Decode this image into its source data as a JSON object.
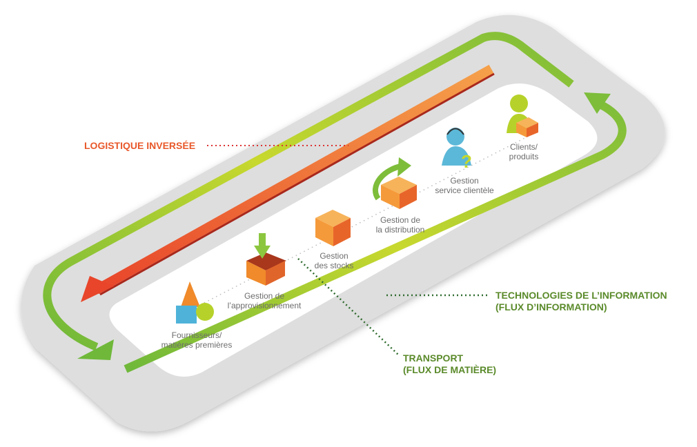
{
  "labels": {
    "reverse_logistics": "LOGISTIQUE INVERSÉE",
    "it_line1": "TECHNOLOGIES DE L’INFORMATION",
    "it_line2": "(FLUX D’INFORMATION)",
    "transport_line1": "TRANSPORT",
    "transport_line2": "(FLUX DE MATIÈRE)"
  },
  "steps": [
    {
      "line1": "Fournisseurs/",
      "line2": "matières premières",
      "icon": "raw-materials-shapes-icon"
    },
    {
      "line1": "Gestion de",
      "line2": "l’approvisionnement",
      "icon": "box-with-down-arrow-icon"
    },
    {
      "line1": "Gestion",
      "line2": "des stocks",
      "icon": "box-icon"
    },
    {
      "line1": "Gestion de",
      "line2": "la distribution",
      "icon": "box-with-curved-arrow-icon"
    },
    {
      "line1": "Gestion",
      "line2": "service clientèle",
      "icon": "support-agent-headset-icon"
    },
    {
      "line1": "Clients/",
      "line2": "produits",
      "icon": "customer-with-box-icon"
    }
  ],
  "colors": {
    "orange": "#e8582a",
    "green": "#8cc63f",
    "dark_green": "#5a8a2a",
    "track_gray": "#dedede",
    "label_gray": "#6d6d6d"
  }
}
